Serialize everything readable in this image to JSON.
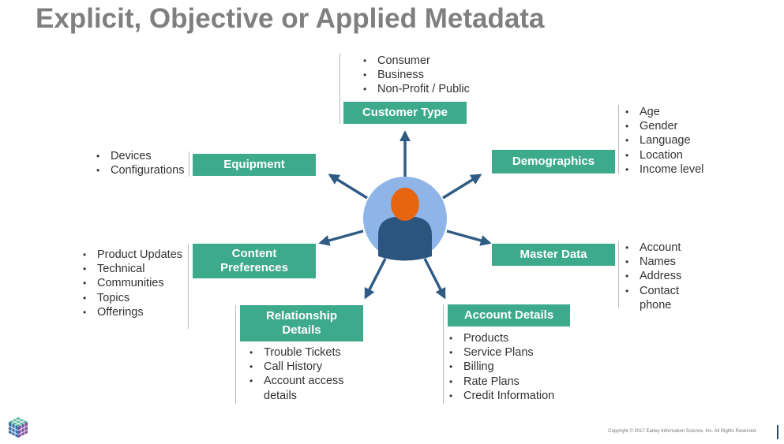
{
  "title": "Explicit, Objective or Applied Metadata",
  "colors": {
    "box": "#3daa8c",
    "arrow": "#2f5b84",
    "circle": "#8fb4e8",
    "head": "#e8650f",
    "body": "#2a557f",
    "title": "#7f7f7f"
  },
  "center": {
    "icon": "person-icon"
  },
  "categories": {
    "customer_type": {
      "label": "Customer Type",
      "items": [
        "Consumer",
        "Business",
        "Non-Profit / Public"
      ]
    },
    "equipment": {
      "label": "Equipment",
      "items": [
        "Devices",
        "Configurations"
      ]
    },
    "demographics": {
      "label": "Demographics",
      "items": [
        "Age",
        "Gender",
        "Language",
        "Location",
        "Income level"
      ]
    },
    "content_preferences": {
      "label_line1": "Content",
      "label_line2": "Preferences",
      "items": [
        "Product Updates",
        "Technical",
        "Communities",
        "Topics",
        "Offerings"
      ]
    },
    "master_data": {
      "label": "Master Data",
      "items": [
        "Account",
        "Names",
        "Address",
        "Contact phone"
      ]
    },
    "relationship_details": {
      "label_line1": "Relationship",
      "label_line2": "Details",
      "items": [
        "Trouble Tickets",
        "Call History",
        "Account access details"
      ]
    },
    "account_details": {
      "label": "Account Details",
      "items": [
        "Products",
        "Service Plans",
        "Billing",
        "Rate Plans",
        "Credit Information"
      ]
    }
  },
  "footer": {
    "copyright": "Copyright © 2017 Earley Information Science, Inc. All Rights Reserved.",
    "logo_icon": "cube-logo-icon"
  }
}
